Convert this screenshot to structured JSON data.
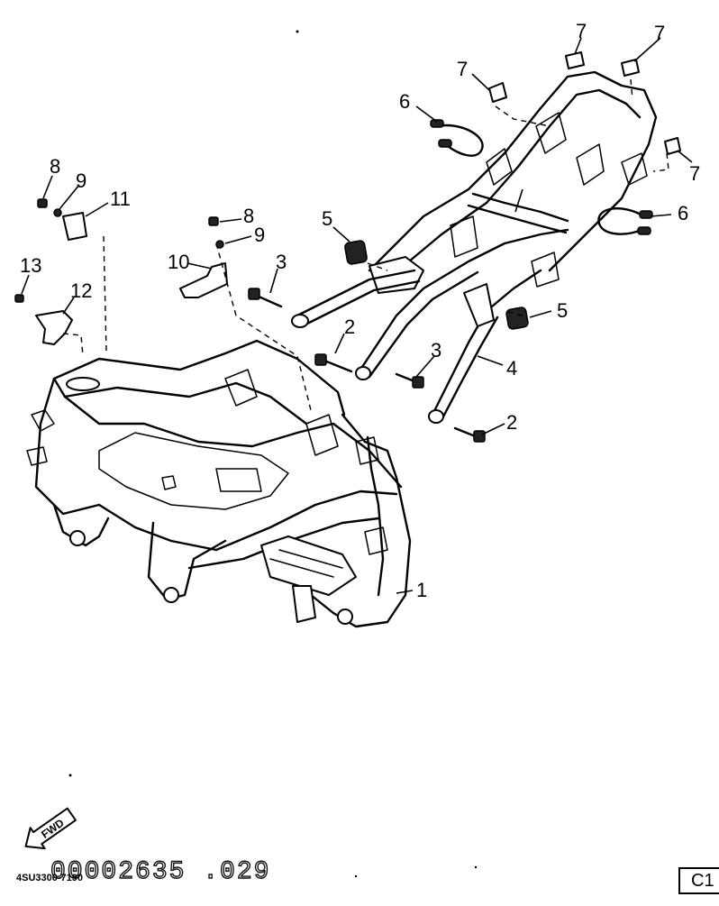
{
  "callouts": {
    "c1": "1",
    "c2a": "2",
    "c2b": "2",
    "c3a": "3",
    "c3b": "3",
    "c4": "4",
    "c5a": "5",
    "c5b": "5",
    "c6a": "6",
    "c6b": "6",
    "c7a": "7",
    "c7b": "7",
    "c7c": "7",
    "c7d": "7",
    "c8a": "8",
    "c8b": "8",
    "c9a": "9",
    "c9b": "9",
    "c10": "10",
    "c11": "11",
    "c12": "12",
    "c13": "13"
  },
  "fwd_label": "FWD",
  "catalog_code": "4SU3300-7190",
  "stamp_text": "00002635 .029",
  "page_label": "C1"
}
